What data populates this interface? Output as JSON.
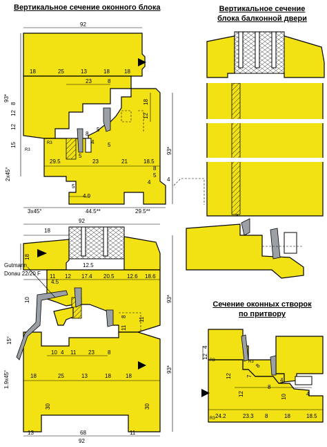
{
  "titles": {
    "window_block": "Вертикальное сечение оконного блока",
    "balcony_line1": "Вертикальное сечение",
    "balcony_line2": "блока балконной двери",
    "sashes_line1": "Сечение оконных створок",
    "sashes_line2": "по притвору"
  },
  "labels": {
    "gutmann": "Gutmann",
    "donau": "Donau 22/20 F"
  },
  "dims_top": {
    "w92": "92",
    "a18": "18",
    "a25": "25",
    "a13": "13",
    "b18": "18",
    "c18": "18",
    "d23": "23",
    "d8": "8",
    "v93": "93*",
    "v8": "8",
    "v12a": "12",
    "v12b": "12",
    "v15": "15",
    "r3a": "R3",
    "r3b": "R3",
    "s8": "8",
    "s4": "4",
    "s5a": "5",
    "s5b": "5",
    "s5c": "5",
    "e29": "29.5",
    "e23": "23",
    "e21": "21",
    "e18": "18.5",
    "v18": "18",
    "v12c": "12",
    "v93b": "93*",
    "k2x45": "2x45°",
    "f8": "8",
    "f5": "5",
    "f4a": "4",
    "f4b": "4",
    "g49": "4.9",
    "g5": "5",
    "h3x45": "3x45°",
    "h445": "44.5**",
    "h295": "29.5**"
  },
  "dims_bottom": {
    "w92": "92",
    "a18": "18",
    "v18": "18",
    "p125": "12.5",
    "p11": "11",
    "p12": "12",
    "p174": "17.4",
    "p205": "20.5",
    "p126": "12.6",
    "p186": "18.6",
    "p45": "4.5",
    "v10": "10",
    "v93": "93*",
    "v8": "8",
    "v11a": "11",
    "v11b": "11",
    "v15": "15°",
    "q10": "10",
    "q4": "4",
    "q11": "11",
    "q23": "23",
    "q8": "8",
    "v19": "1.9x45°",
    "r18": "18",
    "r25": "25",
    "r13": "13",
    "r18b": "18",
    "r18c": "18",
    "v93b": "93*",
    "v30a": "30",
    "v30b": "30",
    "s13": "13",
    "s68": "68",
    "s11": "11",
    "s92": "92"
  },
  "dims_sash": {
    "r3a": "R3",
    "r3b": "R3",
    "r3c": "R3",
    "v12": "12",
    "v4": "4",
    "a12": "12",
    "a8": "8",
    "a7": "7",
    "a4": "4",
    "b8": "8",
    "b10": "10",
    "b4": "4",
    "b12": "12",
    "c242": "24.2",
    "c233": "23.3",
    "c8": "8",
    "c18": "18",
    "c185": "18.5"
  }
}
